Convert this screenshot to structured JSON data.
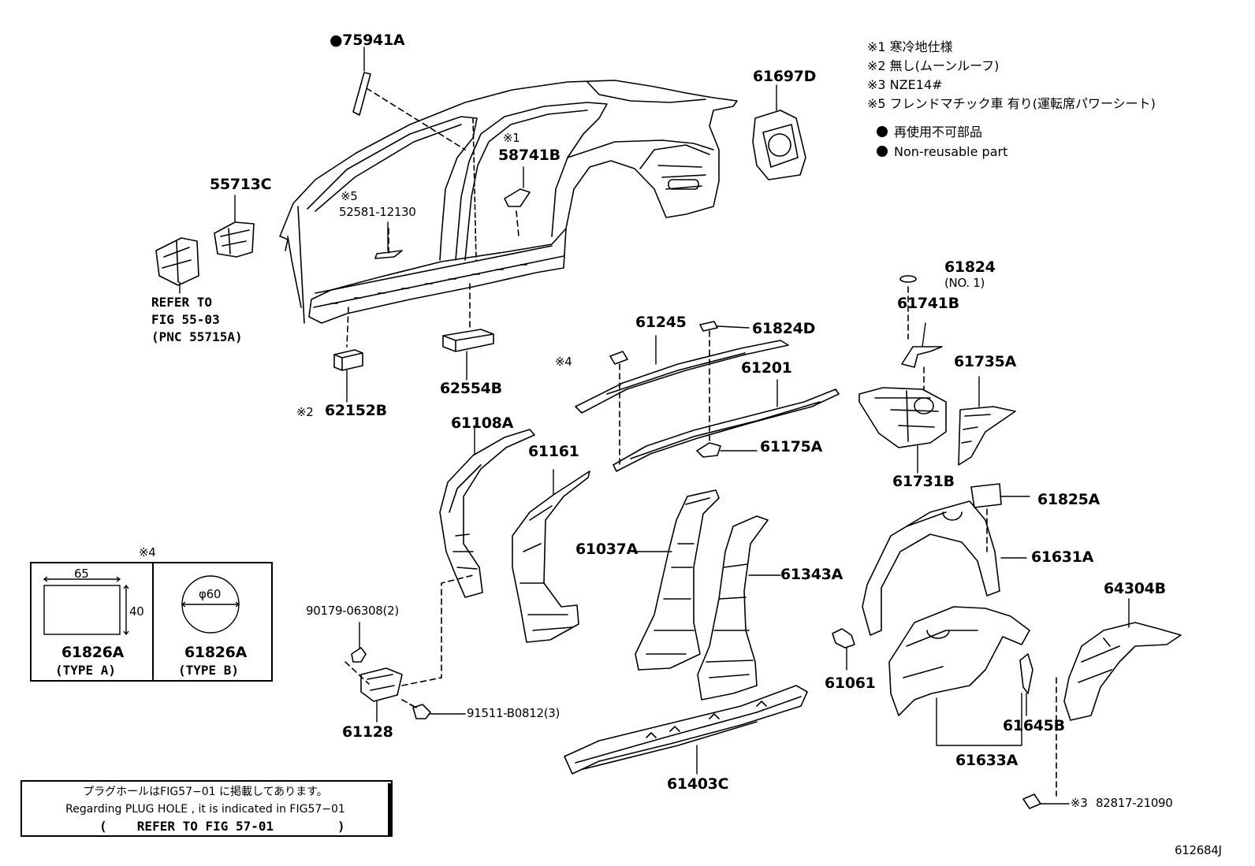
{
  "diagram_id": "612684J",
  "legend": {
    "notes": [
      "※1 寒冷地仕様",
      "※2 無し(ムーンルーフ)",
      "※3 NZE14#",
      "※5 フレンドマチック車 有り(運転席パワーシート)"
    ],
    "non_reusable_jp": "再使用不可部品",
    "non_reusable_en": "Non-reusable part"
  },
  "parts": {
    "p75941a": "●75941A",
    "p61697d": "61697D",
    "p55713c": "55713C",
    "p58741b_note": "※1",
    "p58741b": "58741B",
    "p52581_note": "※5",
    "p52581": "52581-12130",
    "refer_1": "REFER TO",
    "refer_2": "FIG 55-03",
    "refer_3": "(PNC 55715A)",
    "p62152b_note": "※2",
    "p62152b": "62152B",
    "p62554b": "62554B",
    "p61824": "61824",
    "p61824_sub": "(NO. 1)",
    "p61741b": "61741B",
    "p61245": "61245",
    "p61824d": "61824D",
    "p_note4": "※4",
    "p61201": "61201",
    "p61735a": "61735A",
    "p61108a": "61108A",
    "p61161": "61161",
    "p61175a": "61175A",
    "p61731b": "61731B",
    "p61825a": "61825A",
    "p61037a": "61037A",
    "p61343a": "61343A",
    "p61631a": "61631A",
    "p64304b": "64304B",
    "p90179": "90179-06308(2)",
    "p61061": "61061",
    "p91511": "91511-B0812(3)",
    "p61128": "61128",
    "p61645b": "61645B",
    "p61633a": "61633A",
    "p61403c": "61403C",
    "p82817_note": "※3",
    "p82817": "82817-21090"
  },
  "type_box": {
    "header": "※4",
    "a_width": "65",
    "a_height": "40",
    "a_part": "61826A",
    "a_type": "(TYPE A)",
    "b_diameter": "φ60",
    "b_part": "61826A",
    "b_type": "(TYPE B)"
  },
  "plug_note": {
    "line_jp": "プラグホールはFIG57−01 に掲載してあります。",
    "line_en": "Regarding PLUG HOLE , it is indicated in FIG57−01",
    "line_ref_open": "(",
    "line_ref": "REFER TO FIG 57-01",
    "line_ref_close": ")"
  }
}
